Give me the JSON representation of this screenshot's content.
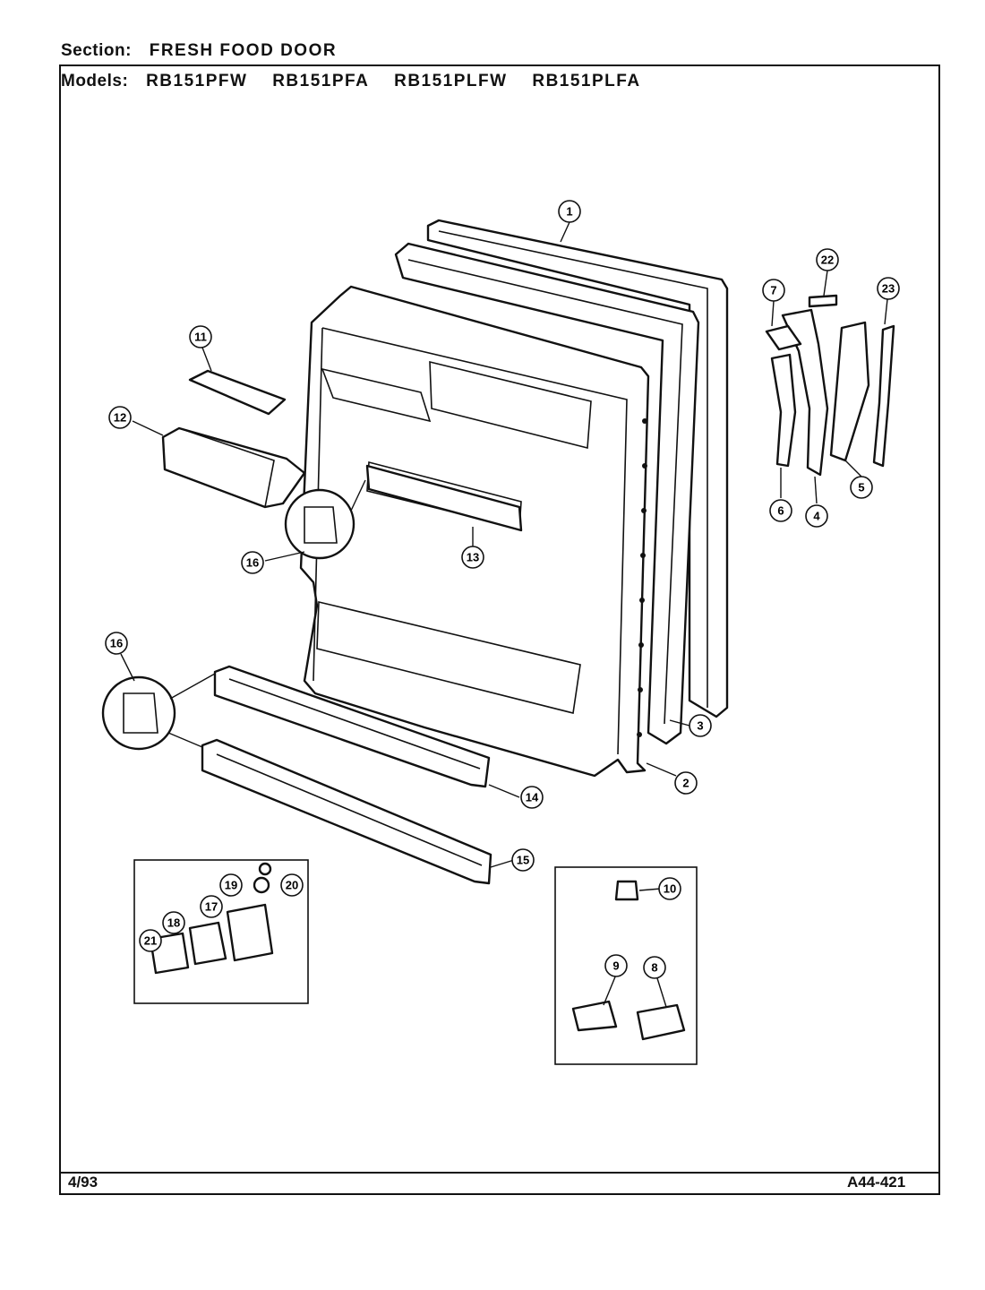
{
  "header": {
    "section_label": "Section:",
    "section_value": "FRESH FOOD DOOR",
    "models_label": "Models:",
    "models": [
      "RB151PFW",
      "RB151PFA",
      "RB151PLFW",
      "RB151PLFA"
    ]
  },
  "footer": {
    "date": "4/93",
    "code": "A44-421"
  },
  "callouts": {
    "c1": "1",
    "c2": "2",
    "c3": "3",
    "c4": "4",
    "c5": "5",
    "c6": "6",
    "c7": "7",
    "c8": "8",
    "c9": "9",
    "c10": "10",
    "c11": "11",
    "c12": "12",
    "c13": "13",
    "c14": "14",
    "c15": "15",
    "c16a": "16",
    "c16b": "16",
    "c17": "17",
    "c18": "18",
    "c19": "19",
    "c20": "20",
    "c21": "21",
    "c22": "22",
    "c23": "23"
  }
}
